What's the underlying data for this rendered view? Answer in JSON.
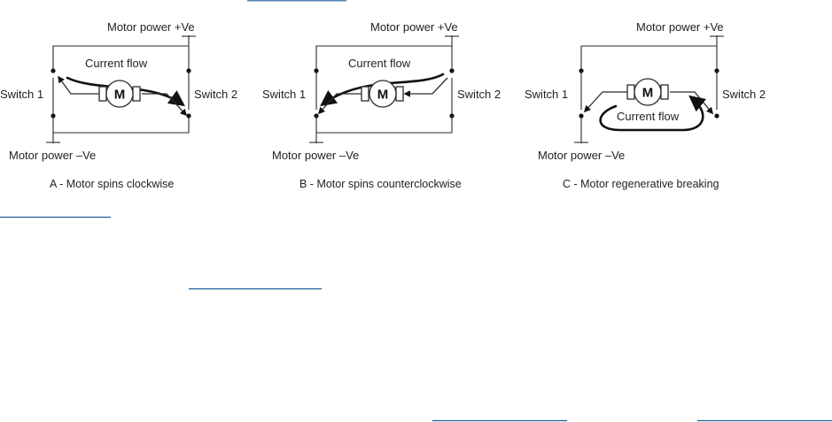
{
  "panels": [
    {
      "id": "A",
      "motor_power_pos": "Motor power +Ve",
      "motor_power_neg": "Motor power –Ve",
      "switch1": "Switch 1",
      "switch2": "Switch 2",
      "current_flow": "Current flow",
      "motor_symbol": "M",
      "caption": "A - Motor spins clockwise"
    },
    {
      "id": "B",
      "motor_power_pos": "Motor power +Ve",
      "motor_power_neg": "Motor power –Ve",
      "switch1": "Switch 1",
      "switch2": "Switch 2",
      "current_flow": "Current flow",
      "motor_symbol": "M",
      "caption": "B - Motor spins counterclockwise"
    },
    {
      "id": "C",
      "motor_power_pos": "Motor power +Ve",
      "motor_power_neg": "Motor power –Ve",
      "switch1": "Switch 1",
      "switch2": "Switch 2",
      "current_flow": "Current flow",
      "motor_symbol": "M",
      "caption": "C - Motor regenerative breaking"
    }
  ],
  "colors": {
    "link_underline": "#1f5d9a",
    "ink": "#222222"
  }
}
